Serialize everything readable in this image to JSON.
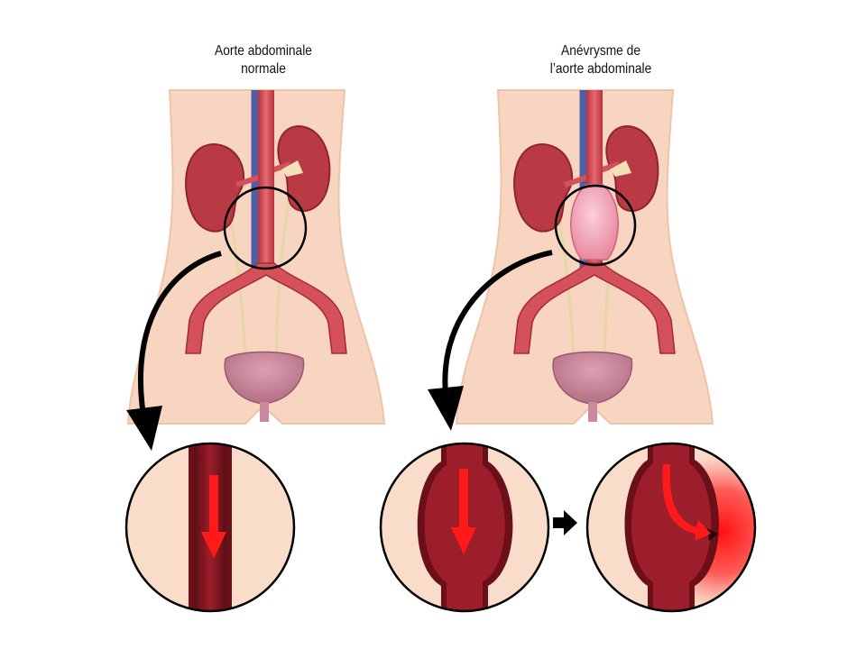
{
  "labels": {
    "normal_line1": "Aorte abdominale",
    "normal_line2": "normale",
    "aneurysm_line1": "Anévrysme de",
    "aneurysm_line2": "l’aorte abdominale"
  },
  "colors": {
    "skin": "#f8d5c0",
    "skin_edge": "#f0c2a8",
    "kidney": "#b93a45",
    "kidney_light": "#d9606a",
    "aorta": "#d4505a",
    "aorta_dark": "#a52a35",
    "vein": "#4e5fa8",
    "ureter": "#e8d6a8",
    "bladder": "#c77f95",
    "aneurysm": "#f2a0b5",
    "vessel_wall": "#6b1018",
    "vessel_inner": "#9b1e2a",
    "flow_arrow": "#ff1a1a",
    "circle_bg": "#f9dcc9",
    "outline": "#000000",
    "bleed": "#ff2020"
  },
  "icons": [
    "flow-arrow-icon",
    "progression-arrow-icon",
    "zoom-arrow-icon"
  ]
}
